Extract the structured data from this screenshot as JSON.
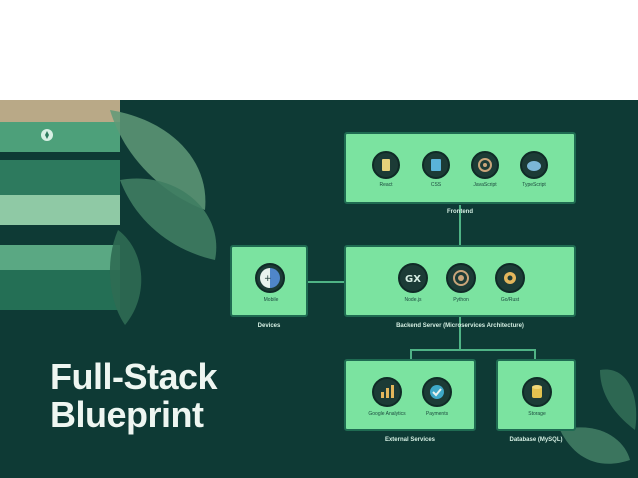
{
  "title": {
    "line1": "Full-Stack",
    "line2": "Blueprint"
  },
  "frontend": {
    "caption": "Frontend",
    "items": [
      {
        "label": "React",
        "icon": "react-icon"
      },
      {
        "label": "CSS",
        "icon": "css-icon"
      },
      {
        "label": "JavaScript",
        "icon": "javascript-icon"
      },
      {
        "label": "TypeScript",
        "icon": "typescript-icon"
      }
    ]
  },
  "devices": {
    "caption": "Devices",
    "items": [
      {
        "label": "Mobile",
        "icon": "device-icon"
      }
    ]
  },
  "backend": {
    "caption": "Backend Server (Microservices Architecture)",
    "items": [
      {
        "label": "Node.js",
        "icon": "nodejs-icon"
      },
      {
        "label": "Python",
        "icon": "python-icon"
      },
      {
        "label": "Go/Rust",
        "icon": "gear-icon"
      }
    ]
  },
  "external": {
    "caption": "External Services",
    "items": [
      {
        "label": "Google Analytics",
        "icon": "analytics-icon"
      },
      {
        "label": "Payments",
        "icon": "payments-icon"
      }
    ]
  },
  "database": {
    "caption": "Database (MySQL)",
    "items": [
      {
        "label": "Storage",
        "icon": "database-icon"
      }
    ]
  },
  "colors": {
    "background": "#0e3a35",
    "box": "#7be3a0",
    "icon": "#1c3b36",
    "title": "#eef6f1"
  }
}
